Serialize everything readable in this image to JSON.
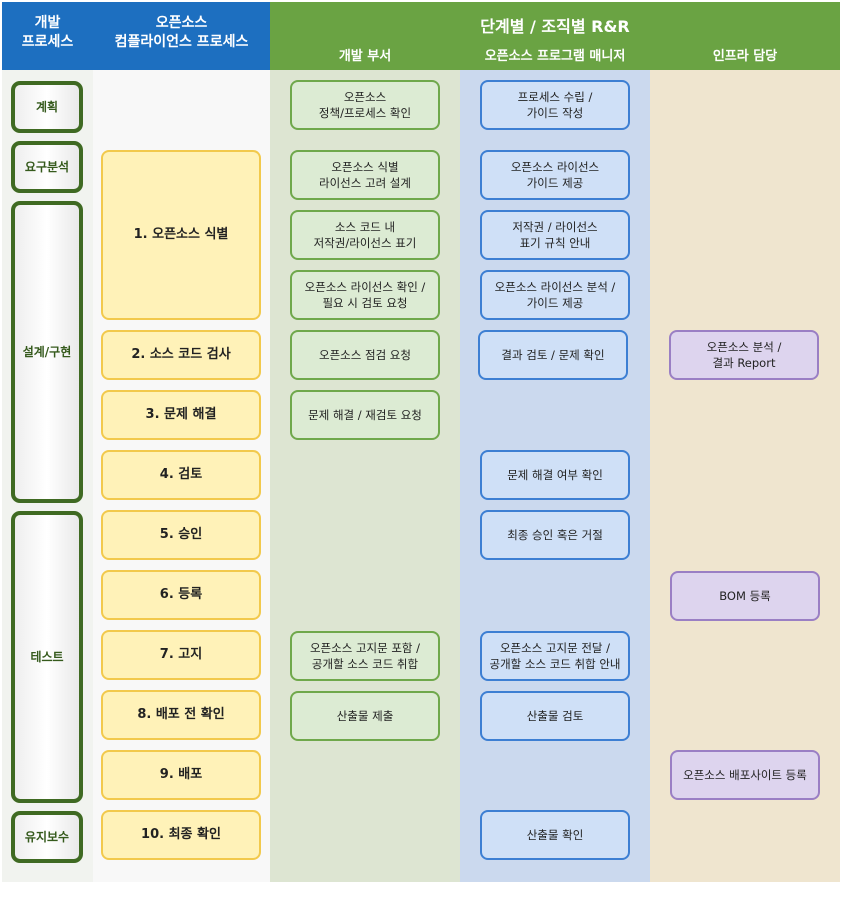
{
  "header": {
    "dev_process": "개발\n프로세스",
    "compliance_process": "오픈소스\n컴플라이언스 프로세스",
    "rr_title": "단계별 / 조직별 R&R",
    "col_dev": "개발 부서",
    "col_manager": "오픈소스 프로그램 매니저",
    "col_infra": "인프라 담당"
  },
  "phases": [
    "계획",
    "요구분석",
    "설계/구현",
    "테스트",
    "유지보수"
  ],
  "steps": [
    "1. 오픈소스 식별",
    "2. 소스 코드 검사",
    "3. 문제 해결",
    "4. 검토",
    "5. 승인",
    "6. 등록",
    "7. 고지",
    "8. 배포 전 확인",
    "9. 배포",
    "10. 최종 확인"
  ],
  "dev_tasks": [
    "오픈소스\n정책/프로세스 확인",
    "오픈소스 식별\n라이선스 고려 설계",
    "소스 코드 내\n저작권/라이선스 표기",
    "오픈소스 라이선스 확인 /\n필요 시 검토 요청",
    "오픈소스 점검 요청",
    "문제 해결 / 재검토 요청",
    "오픈소스 고지문 포함 /\n공개할 소스 코드 취합",
    "산출물 제출"
  ],
  "manager_tasks": [
    "프로세스 수립 /\n가이드 작성",
    "오픈소스 라이선스\n가이드 제공",
    "저작권 / 라이선스\n표기 규칙 안내",
    "오픈소스 라이선스 분석 /\n가이드 제공",
    "결과 검토 / 문제 확인",
    "문제 해결 여부 확인",
    "최종 승인 혹은 거절",
    "오픈소스 고지문 전달 /\n공개할 소스 코드 취합 안내",
    "산출물 검토",
    "산출물 확인"
  ],
  "infra_tasks": [
    "오픈소스 분석 /\n결과 Report",
    "BOM 등록",
    "오픈소스 배포사이트 등록"
  ],
  "colors": {
    "header_blue": "#1d6fc0",
    "header_green": "#6aa343",
    "phase_border": "#3f6a22",
    "step_fill": "#fff2b8",
    "dev_lane": "#dde5d2",
    "manager_lane": "#cbd9ee",
    "infra_lane": "#efe5cf"
  }
}
